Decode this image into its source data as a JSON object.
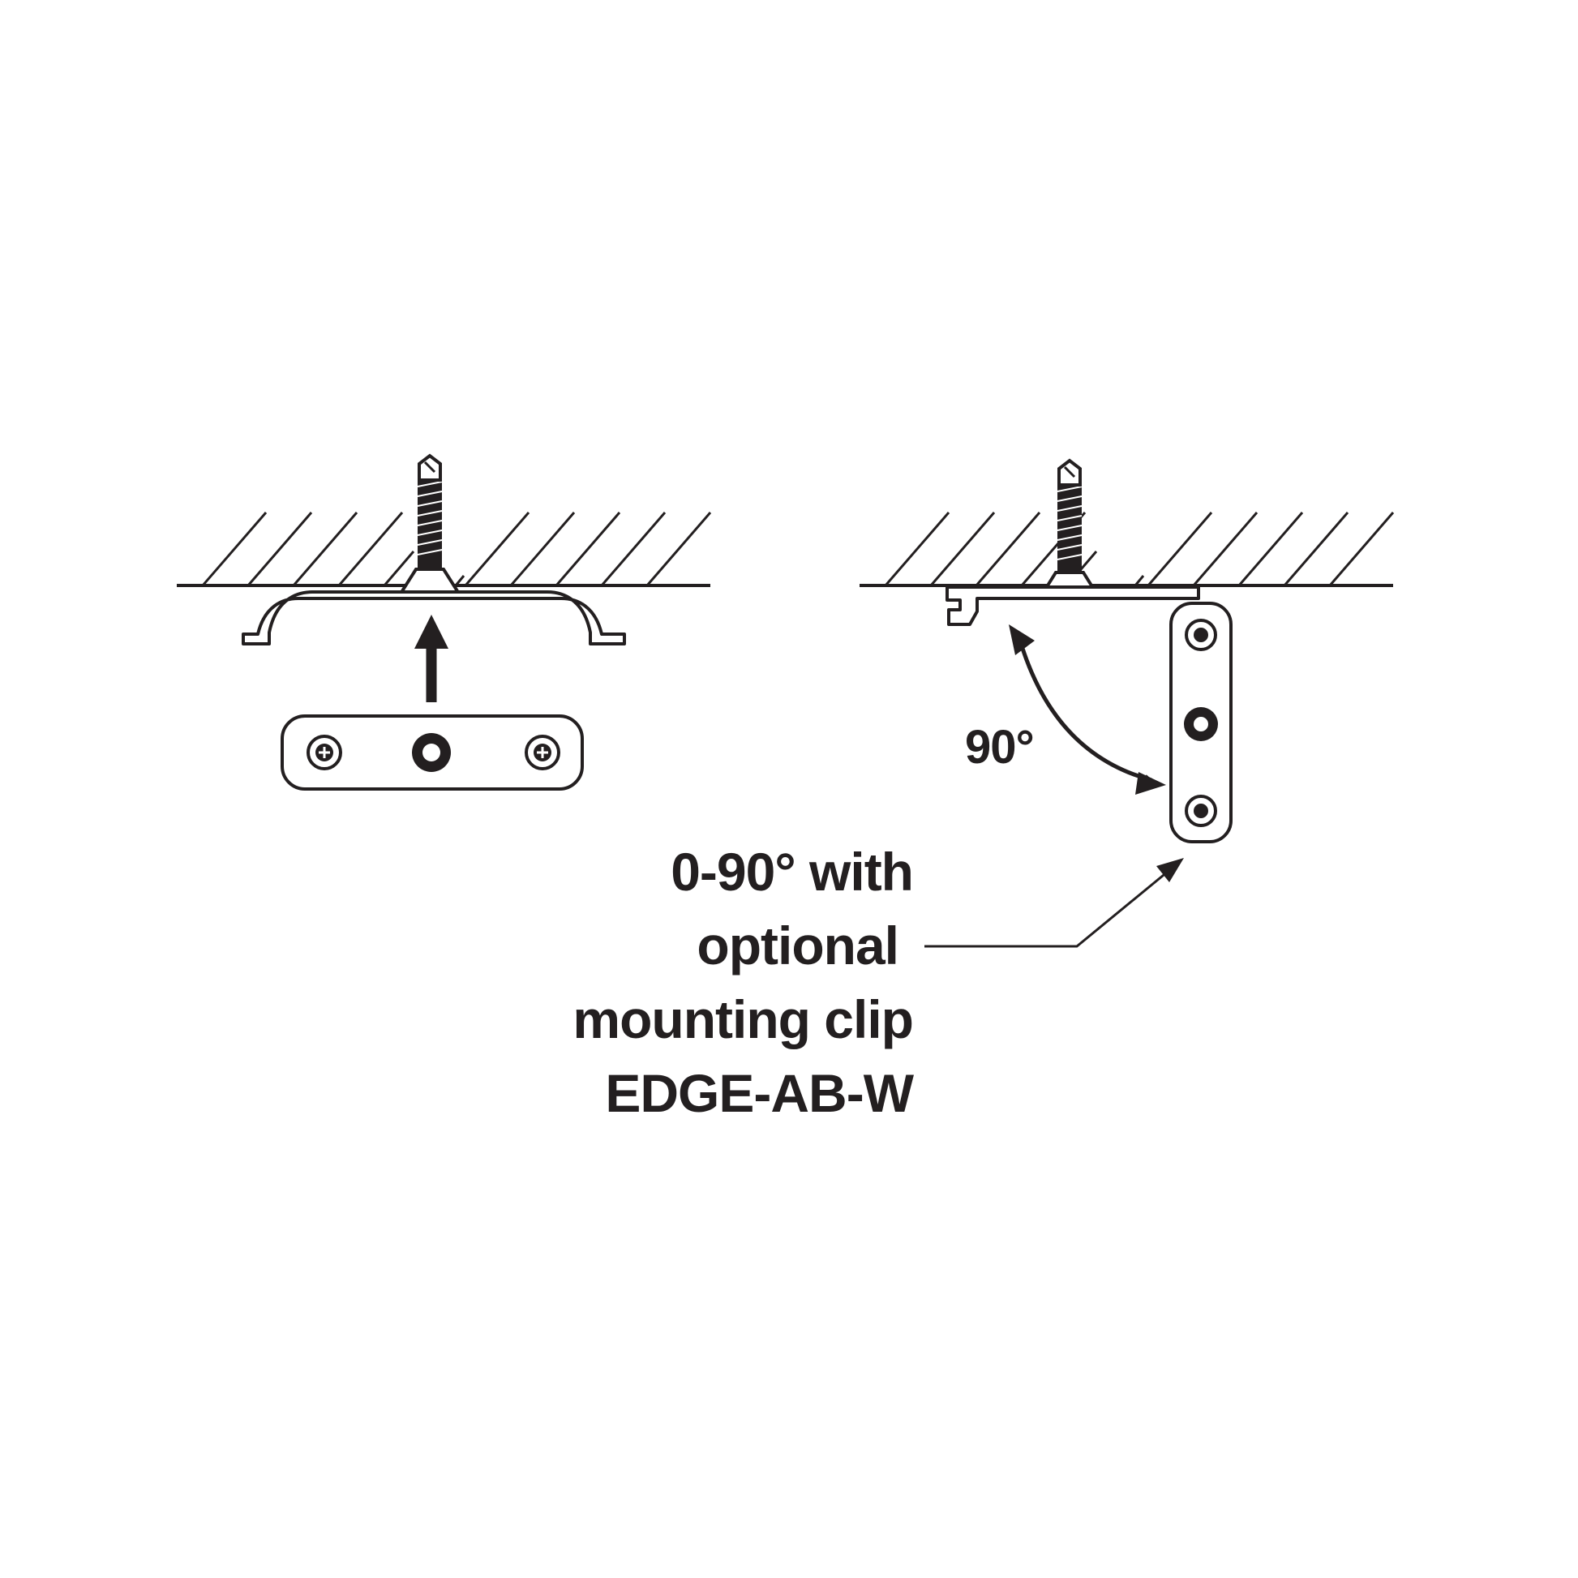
{
  "diagram": {
    "angle_label": "90°",
    "callout_lines": [
      "0-90° with",
      "optional",
      "mounting clip",
      "EDGE-AB-W"
    ],
    "stroke_color": "#231f20",
    "background_color": "#ffffff"
  }
}
